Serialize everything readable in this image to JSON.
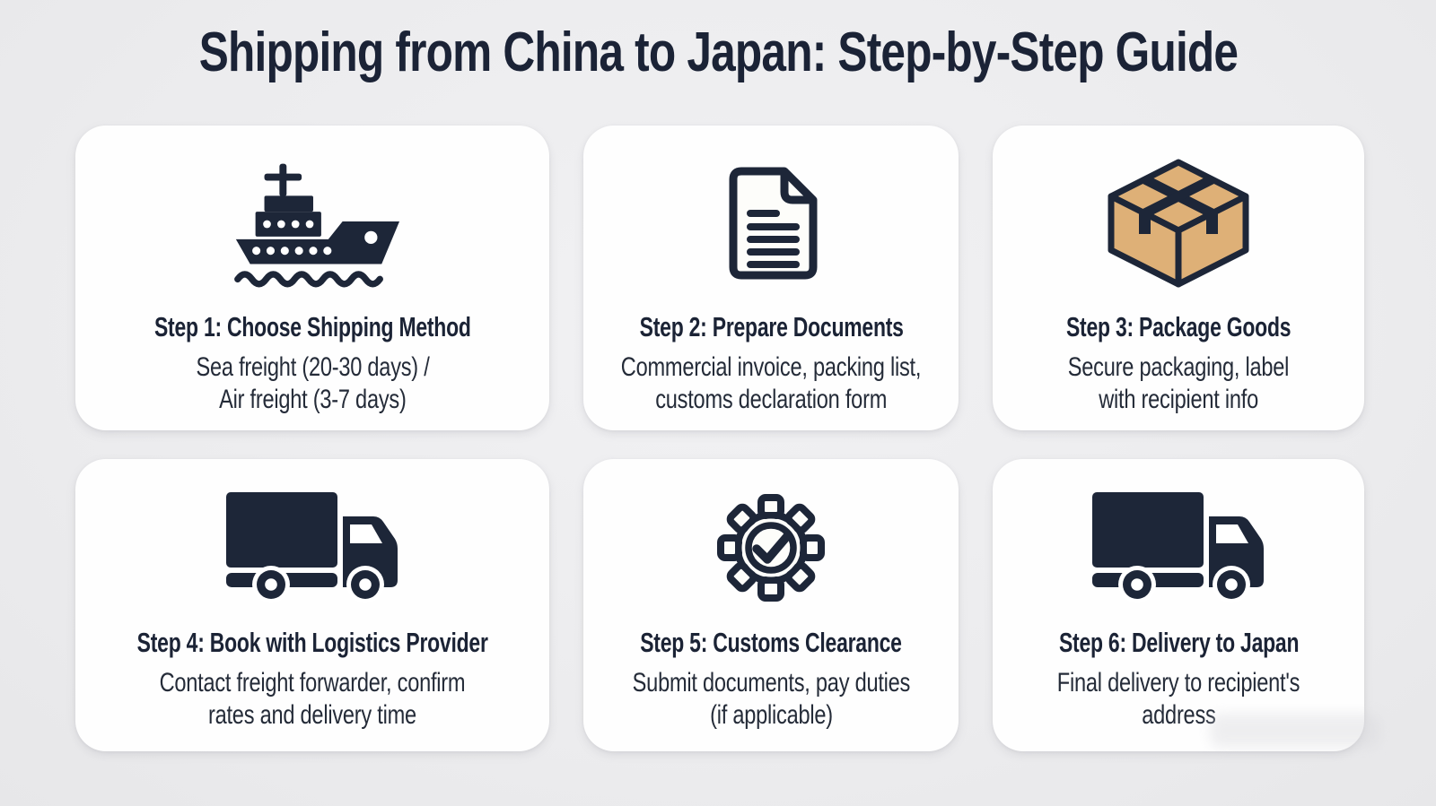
{
  "page": {
    "title": "Shipping from China to Japan: Step-by-Step Guide"
  },
  "colors": {
    "background": "#ececee",
    "card_background": "#fefefe",
    "icon_navy": "#1d2638",
    "title_text": "#1b2336",
    "body_text": "#242b38",
    "package_tan": "#deb077"
  },
  "cards": [
    {
      "icon": "ship-icon",
      "title": "Step 1: Choose Shipping Method",
      "desc_lines": [
        "Sea freight (20-30 days) /",
        "Air freight (3-7 days)"
      ]
    },
    {
      "icon": "document-icon",
      "title": "Step 2: Prepare Documents",
      "desc_lines": [
        "Commercial invoice, packing list,",
        "customs declaration form"
      ]
    },
    {
      "icon": "package-box-icon",
      "title": "Step 3: Package Goods",
      "desc_lines": [
        "Secure packaging, label",
        "with recipient info"
      ]
    },
    {
      "icon": "truck-icon",
      "title": "Step 4: Book with Logistics Provider",
      "desc_lines": [
        "Contact freight forwarder, confirm",
        "rates and delivery time"
      ]
    },
    {
      "icon": "gear-check-icon",
      "title": "Step 5: Customs Clearance",
      "desc_lines": [
        "Submit documents, pay duties",
        "(if applicable)"
      ]
    },
    {
      "icon": "truck-icon",
      "title": "Step 6: Delivery to Japan",
      "desc_lines": [
        "Final delivery to recipient's",
        "address"
      ]
    }
  ]
}
